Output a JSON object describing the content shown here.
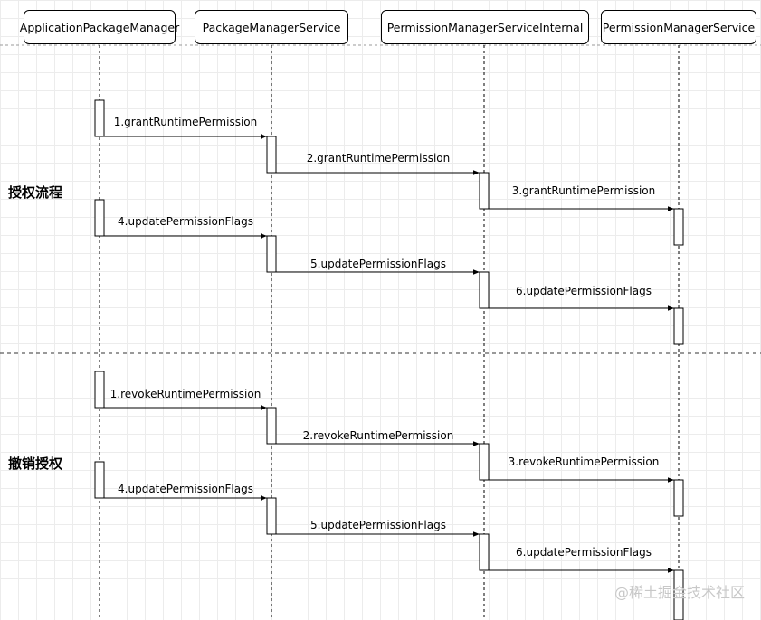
{
  "participants": [
    "ApplicationPackageManager",
    "PackageManagerService",
    "PermissionManagerServiceInternal",
    "PermissionManagerService"
  ],
  "sections": {
    "grant": {
      "title": "授权流程",
      "messages": [
        {
          "label": "1.grantRuntimePermission",
          "from": 0,
          "to": 1
        },
        {
          "label": "2.grantRuntimePermission",
          "from": 1,
          "to": 2
        },
        {
          "label": "3.grantRuntimePermission",
          "from": 2,
          "to": 3
        },
        {
          "label": "4.updatePermissionFlags",
          "from": 0,
          "to": 1
        },
        {
          "label": "5.updatePermissionFlags",
          "from": 1,
          "to": 2
        },
        {
          "label": "6.updatePermissionFlags",
          "from": 2,
          "to": 3
        }
      ]
    },
    "revoke": {
      "title": "撤销授权",
      "messages": [
        {
          "label": "1.revokeRuntimePermission",
          "from": 0,
          "to": 1
        },
        {
          "label": "2.revokeRuntimePermission",
          "from": 1,
          "to": 2
        },
        {
          "label": "3.revokeRuntimePermission",
          "from": 2,
          "to": 3
        },
        {
          "label": "4.updatePermissionFlags",
          "from": 0,
          "to": 1
        },
        {
          "label": "5.updatePermissionFlags",
          "from": 1,
          "to": 2
        },
        {
          "label": "6.updatePermissionFlags",
          "from": 2,
          "to": 3
        }
      ]
    }
  },
  "watermark": "@稀土掘金技术社区"
}
